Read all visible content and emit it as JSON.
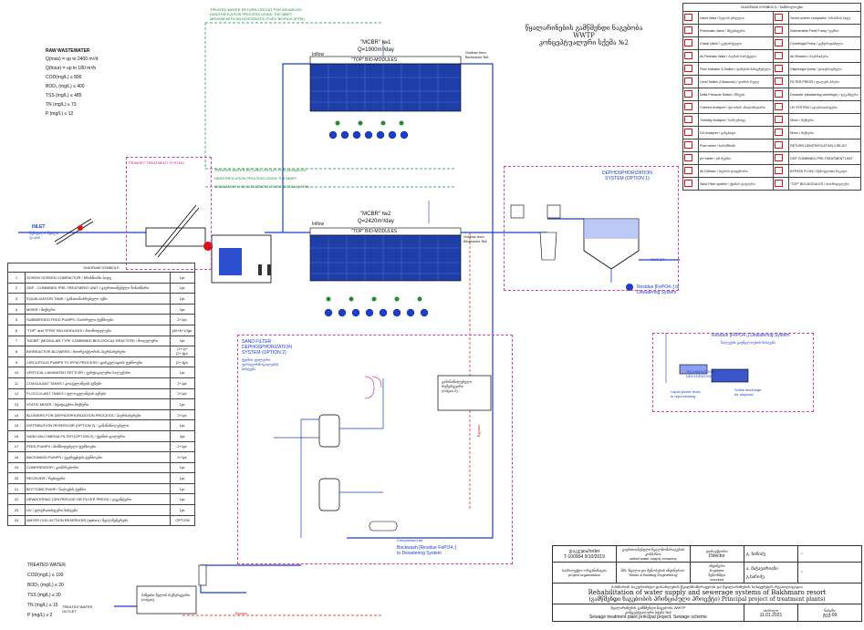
{
  "raw_wastewater": {
    "title": "RAW WASTEWATER",
    "lines": [
      "Q(max) = up to 2400 m³/d",
      "Q(hour) = up to 180 m³/h",
      "COD(mg/L)  ≤ 800",
      "BOD₅ (mg/L)  ≤ 400",
      "TSS (mg/L)  ≤ 485",
      "TN (mg/L)  ≤ 73",
      "P (mg/L)  ≤ 12"
    ]
  },
  "treated_water": {
    "title": "TREATED WATER",
    "lines": [
      "COD(mg/L) ≤ 100",
      "BOD₅ (mg/L) ≤ 20",
      "TSS (mg/L) ≤ 30",
      "TN (mg/L) ≤ 15",
      "P (mg/L) ≤ 2"
    ],
    "outlet": "TREATED WATER OUTLET"
  },
  "top_notes": {
    "return1": "TREATED WATER RETURN CIRCUIT FOR ADVANCED",
    "return2": "DENITRIFICATION PROCESS USING THE MBRT",
    "return3": "MEDIUM WITH AN INTEGRATED FIXED BIOFILM (IFFM)"
  },
  "mid_notes": {
    "return1": "TREATED WATER RETURN CIRCUIT FOR ADVANCED",
    "return2": "DENITRIFICATION PROCESS USING THE MBRT",
    "return3": "MEDIUM WITH AN INTEGRATED FIXED BIOFILM (IFFM)"
  },
  "title_georgian": "წყალარინების გამწმენდი ნაგებობა WWTP\nკონცეპტუალური სქემა №2",
  "mcbr1": {
    "name": "\"MCBR\" №1",
    "q": "Q=1900m³/day",
    "modules": "\"TOP\" BIO-MODULES",
    "inflow": "Inflow",
    "outflow": "Outflow from Bioreactor №1"
  },
  "mcbr2": {
    "name": "\"MCBR\" №2",
    "q": "Q=2420m³/day",
    "modules": "\"TOP\" BIO-MODULES",
    "inflow": "Inflow",
    "outflow": "Outflow from Bioreactor №2"
  },
  "primary": {
    "title": "PRIMARY TREATMENT SYSTEM",
    "inlet": "INLET",
    "inlet_sub": "შემავალი წყალი\nQ=400"
  },
  "dephos1": {
    "title": "DEPHOSPHORIZATION\nSYSTEM  (OPTION 1)",
    "outlet": "OUTLET",
    "residue": "Residue [FePO4↓]  to\nDewatering System"
  },
  "sandfilter": {
    "title": "SAND FILTER\nDEPHOSPHORIZATION\nSYSTEM (OPTION 2)",
    "sub": "ქვიშის ფილტრი\nფოსფორმოცილების\nსისტემა",
    "backwash": "Backwash [Residue FePO4↓]\nto Dewatering System",
    "compressed": "Compressed air",
    "bypass": "Bypass"
  },
  "dewatering": {
    "title": "Residue [FePO4↓] Dewatering System",
    "sub": "ნალექის გაუწყლოების სისტემა",
    "tech": "TECHNOLOGICAL\nDEHYDRATION",
    "liquid": "Liquid phase drain\nto reprocessing",
    "solids": "Solids discharge\nfor disposal"
  },
  "bottom_bypass": "Bypass",
  "diagram_symbols_right": {
    "title": "DIAGRAM SYMBOLS / სიმბოლოები",
    "rows": [
      [
        "Hand Valve / ხელის ურდული",
        "Screw screen compactor / ხრახნის ბადე"
      ],
      [
        "Pneumatic Valve / პნევმატური",
        "Submersible Feed Pump / ტუმბო"
      ],
      [
        "Check Valve / უკუსარქველი",
        "Centrifugal Pump / ცენტრიდანული"
      ],
      [
        "Air Release Valve / ჰაერის სარქველი",
        "Air Blowers / ჰაერსაბერი"
      ],
      [
        "Flow Indicator & Switch / დინების მაჩვენებელი",
        "Diaphragm pump / დიაფრაგმული"
      ],
      [
        "Level Switch (Ultrasonic) / დონის რელე",
        "FILTER PRESS / ფილტრ-პრესი"
      ],
      [
        "Delta Pressure Switch / წნევის",
        "Decanter (dewatering centrifuge) / დეკანტერი"
      ],
      [
        "Chlorine Analyzer / ქლორის ანალიზატორი",
        "UV SYSTEM / ულტრაიისფერი"
      ],
      [
        "Turbidity Analyzer / სიმღვრივე",
        "Mixer / მიქსერი"
      ],
      [
        "DO Analyzer / ჟანგბადი",
        "Mixer / მიქსერი"
      ],
      [
        "Flow meter / ხარჯმზომი",
        "RETURN DENITRIFICATION CIRCUIT"
      ],
      [
        "pH meter / pH მეტრი",
        "GDF COMBINED PRE-TREATMENT UNIT"
      ],
      [
        "Air Diffuser / ჰაერის დიფუზორი",
        "BYPASS FLOW / შემოვლითი ნაკადი"
      ],
      [
        "Sand Filter system / ქვიშის ფილტრი",
        "\"TOP\" BIO-MODULES / ბიომოდულები"
      ]
    ]
  },
  "diagram_symbols_left": {
    "title": "DIAGRAM SYMBOLS",
    "rows": [
      [
        "1",
        "SCREW SCREEN COMPACTOR / ხრახნიანი ბადე",
        "1pt."
      ],
      [
        "2",
        "GDF - COMBINED PRE-TREATMENT UNIT / გაერთიანებული წინასწარი",
        "1pt."
      ],
      [
        "3",
        "EQUALIZATION TANK / გამათანაბრებელი ავზი",
        "1pt."
      ],
      [
        "4",
        "MIXER / მიქსერი",
        "2pt."
      ],
      [
        "5",
        "SUBMERGED FEED PUMPS / ჩაძირული ტუმბოები",
        "2+1pt."
      ],
      [
        "6",
        "\"TOP\" and \"IFFM\" BIO-MODULES / ბიომოდულები",
        "[40+8+10]pt."
      ],
      [
        "7",
        "\"MCBR\" (MODULAR-TYPE COMBINED BIOLOGICAL REACTOR) / მოდულური",
        "2pt."
      ],
      [
        "8",
        "BIOREACTOR BLOWERS / ბიორეაქტორის ჰაერსაბერები",
        "[2+1]+[2+1]pt."
      ],
      [
        "9",
        "CIRCUITOUS PUMPS TO IFFM PROCESS / ცირკულაციის ტუმბოები",
        "[2+1]pt."
      ],
      [
        "10",
        "VERTICAL LAMINATED SETTLER / ვერტიკალური სალექარი",
        "1pt."
      ],
      [
        "11",
        "COAGULANT TANKS / კოაგულანტის ავზები",
        "2+1pt."
      ],
      [
        "12",
        "FLOCCULANT TANKS / ფლოკულანტის ავზები",
        "2+1pt."
      ],
      [
        "13",
        "STATIC MIXER / სტატიკური მიქსერი",
        "1pt."
      ],
      [
        "14",
        "BLOWERS FOR DEPHOSPHORIZATION PROCESS / ჰაერსაბერები",
        "2+1pt."
      ],
      [
        "15",
        "DISTRIBUTION RESERVOIR (OPTION 2) / გამანაწილებელი",
        "1pt."
      ],
      [
        "16",
        "SAND MULTIMEDIA FILTER (OPTION 2) / ქვიშის ფილტრი",
        "2pt."
      ],
      [
        "17",
        "FEED PUMPS / მიმწოდებელი ტუმბოები",
        "2+1pt."
      ],
      [
        "18",
        "BACKWASH PUMPS / უკურეცხვის ტუმბოები",
        "2+1pt."
      ],
      [
        "19",
        "COMPRESSOR / კომპრესორი",
        "1pt."
      ],
      [
        "20",
        "RECEIVER / რესივერი",
        "1pt."
      ],
      [
        "21",
        "BOTTOMS PUMP / ნალექის ტუმბო",
        "1pt."
      ],
      [
        "22",
        "DEWATERING CENTRIFUGE OR FILTER PRESS / დეკანტერი",
        "1pt."
      ],
      [
        "23",
        "UV / ულტრაიისფერი სისტემა",
        "1pt."
      ],
      [
        "24",
        "WATER COLLECTION RESERVOIR (option) / წყალშემკრები",
        "OPTION"
      ]
    ]
  },
  "title_block": {
    "order_label": "დაკვეთა/order",
    "order_no": "T-100904",
    "order_date": "9/10/2019",
    "company_ge": "გაერთიანებული წყალმომარაგების კომპანია",
    "company_en": "united water supply company",
    "director_ge": "დირექტორი",
    "director_en": "Director",
    "director_name": "გ. ხაჩიძე",
    "proj_org_ge": "საპროექტო ორგანიზაცია",
    "proj_org_en": "project organization",
    "proj_org_name_ge": "შპს \"წყალი და შენობების ინჟინერია\"",
    "proj_org_name_en": "\"Water & Building Engineering\"",
    "engineer_ge": "ინჟინერი",
    "engineer_en": "Engineer",
    "engineer_name": "ა. მაჭავარიანი",
    "checked_ge": "შემოწმდა",
    "checked_en": "checked",
    "checked_name": "გ.ხაჩიძე",
    "title1_ge": "ბახმაროს საკურორტო დასახლების წყალმომარაგების და წყალარინების სისტემების რეაბილიტაცია",
    "title1_en": "Rehabilitation of water supply and sewerage systems of Bakhmaro resort",
    "title2": "(გამწმენდი ნაგებობის პრინციპული პროექტი) Principal project of treatment plants)",
    "sub_ge": "წყალარინების გამწმენდი ნაგებობა WWTP",
    "sub_ge2": "კონცეპტუალური სქემა №2",
    "sub_en": "Sewage treatment plant principal project. Sewage scheme",
    "date_label": "თარიღი",
    "date": "11.01.2021",
    "sheet_label": "ნახაზი",
    "sheet": "ტექ-09"
  },
  "reservoir24": "საწყისი წყლის რეზერვუარი\n(ოპცია)",
  "distribution15": "გამანაწილებელი\nრეზერვუარი\n(ოპცია 2)"
}
